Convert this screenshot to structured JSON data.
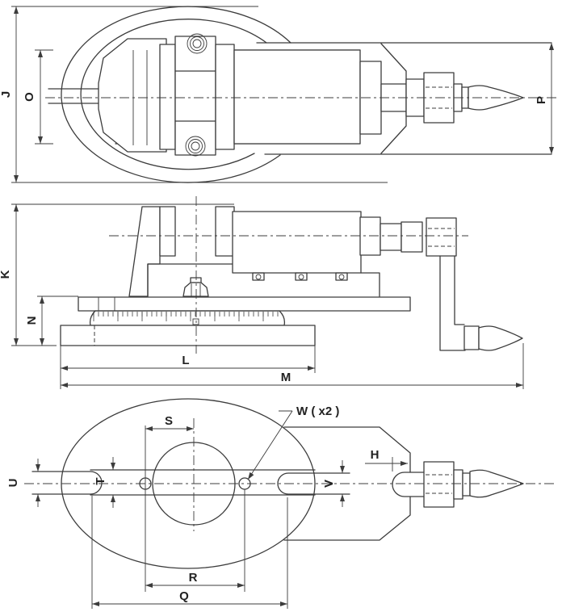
{
  "drawing": {
    "type": "technical-drawing",
    "subject": "milling machine swivel vise - three orthographic views with dimension letters",
    "colors": {
      "line": "#3c3c3c",
      "background": "#ffffff"
    },
    "views": [
      {
        "id": "top",
        "name": "top view"
      },
      {
        "id": "front",
        "name": "front elevation view"
      },
      {
        "id": "bottom",
        "name": "bottom view of swivel base"
      }
    ],
    "labels": {
      "J": "J",
      "O": "O",
      "P": "P",
      "K": "K",
      "N": "N",
      "L": "L",
      "M": "M",
      "S": "S",
      "W": "W ( x2 )",
      "H": "H",
      "U": "U",
      "T": "T",
      "V": "V",
      "R": "R",
      "Q": "Q"
    }
  }
}
